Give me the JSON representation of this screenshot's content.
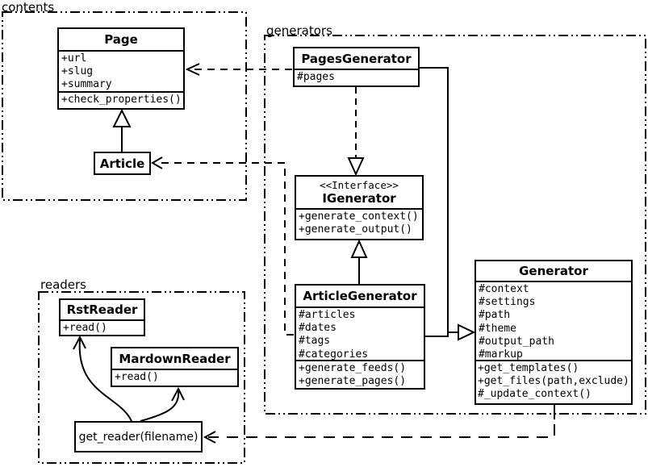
{
  "diagram": {
    "kind": "UML class diagram",
    "background": "#ffffff",
    "line_color": "#000000"
  },
  "packages": {
    "contents": {
      "label": "contents"
    },
    "generators": {
      "label": "generators"
    },
    "readers": {
      "label": "readers"
    }
  },
  "classes": {
    "page": {
      "name": "Page",
      "attributes": [
        "+url",
        "+slug",
        "+summary"
      ],
      "methods": [
        "+check_properties()"
      ]
    },
    "article": {
      "name": "Article"
    },
    "pages_generator": {
      "name": "PagesGenerator",
      "attributes": [
        "#pages"
      ]
    },
    "igenerator": {
      "stereotype": "<<Interface>>",
      "name": "IGenerator",
      "methods": [
        "+generate_context()",
        "+generate_output()"
      ]
    },
    "article_generator": {
      "name": "ArticleGenerator",
      "attributes": [
        "#articles",
        "#dates",
        "#tags",
        "#categories"
      ],
      "methods": [
        "+generate_feeds()",
        "+generate_pages()"
      ]
    },
    "generator": {
      "name": "Generator",
      "attributes": [
        "#context",
        "#settings",
        "#path",
        "#theme",
        "#output_path",
        "#markup"
      ],
      "methods": [
        "+get_templates()",
        "+get_files(path,exclude)",
        "#_update_context()"
      ]
    },
    "rst_reader": {
      "name": "RstReader",
      "methods": [
        "+read()"
      ]
    },
    "mardown_reader": {
      "name": "MardownReader",
      "methods": [
        "+read()"
      ]
    }
  },
  "nodes": {
    "get_reader": {
      "label": "get_reader(filename)"
    }
  },
  "relationships": [
    {
      "type": "generalization",
      "from": "Article",
      "to": "Page"
    },
    {
      "type": "dependency",
      "from": "PagesGenerator",
      "to": "Page"
    },
    {
      "type": "realization",
      "from": "PagesGenerator",
      "to": "IGenerator"
    },
    {
      "type": "generalization",
      "from": "ArticleGenerator",
      "to": "IGenerator"
    },
    {
      "type": "generalization",
      "from": "PagesGenerator",
      "to": "Generator"
    },
    {
      "type": "generalization",
      "from": "ArticleGenerator",
      "to": "Generator"
    },
    {
      "type": "dependency",
      "from": "ArticleGenerator",
      "to": "Article"
    },
    {
      "type": "dependency",
      "from": "Generator",
      "to": "get_reader(filename)"
    },
    {
      "type": "call",
      "from": "get_reader(filename)",
      "to": "RstReader"
    },
    {
      "type": "call",
      "from": "get_reader(filename)",
      "to": "MardownReader"
    }
  ]
}
